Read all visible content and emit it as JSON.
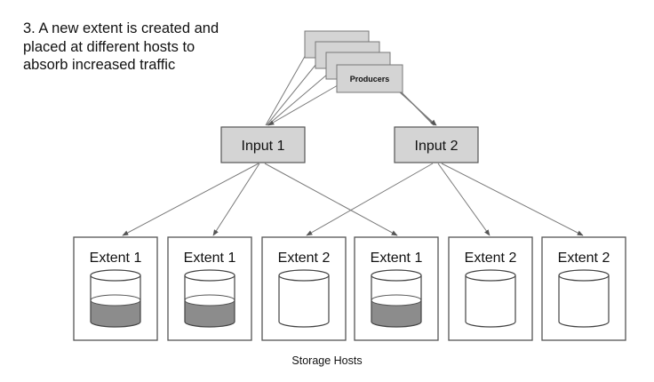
{
  "caption": "3. A new extent is created and\nplaced at different hosts to\nabsorb increased traffic",
  "producers": {
    "label": "Producers"
  },
  "inputs": [
    {
      "label": "Input 1"
    },
    {
      "label": "Input 2"
    }
  ],
  "hosts": [
    {
      "label": "Extent 1",
      "filled": true
    },
    {
      "label": "Extent 1",
      "filled": true
    },
    {
      "label": "Extent 2",
      "filled": false
    },
    {
      "label": "Extent 1",
      "filled": true
    },
    {
      "label": "Extent 2",
      "filled": false
    },
    {
      "label": "Extent 2",
      "filled": false
    }
  ],
  "footer": "Storage Hosts",
  "colors": {
    "box_fill": "#d4d4d4",
    "box_stroke": "#555555",
    "arrow": "#7a7a7a",
    "db_fill": "#8c8c8c"
  }
}
